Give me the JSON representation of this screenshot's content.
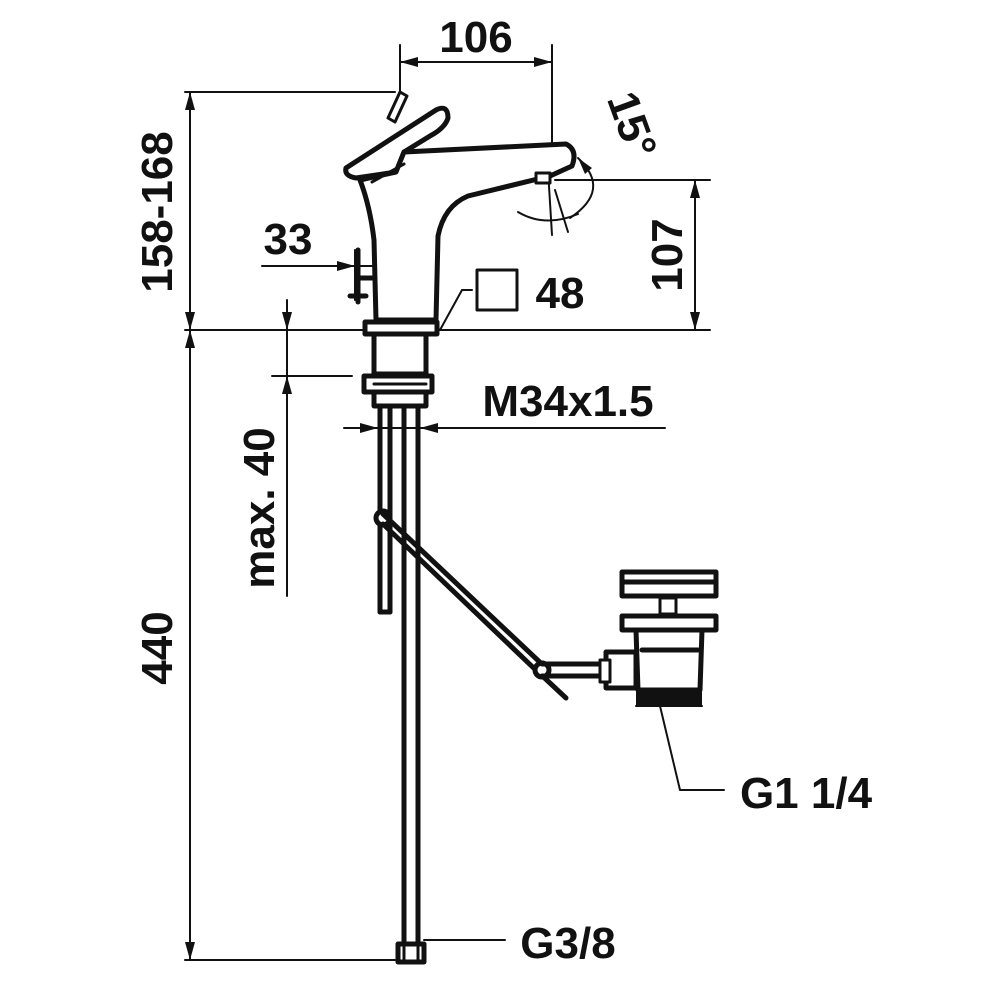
{
  "drawing": {
    "labels": {
      "spout_reach": "106",
      "height_range": "158-168",
      "angle": "15°",
      "base_offset": "33",
      "base_square": "48",
      "spout_height": "107",
      "thread": "M34x1.5",
      "max_thickness": "max. 40",
      "hose_length": "440",
      "waste_thread": "G1 1/4",
      "hose_thread": "G3/8"
    },
    "colors": {
      "line": "#111111",
      "background": "#ffffff"
    }
  }
}
